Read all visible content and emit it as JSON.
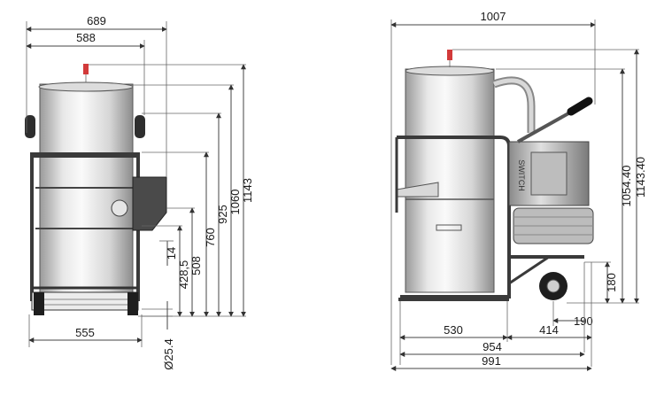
{
  "front_view": {
    "widths": {
      "overall": "689",
      "body": "588",
      "base": "555"
    },
    "heights": {
      "h1143": "1143",
      "h1060": "1060",
      "h925": "925",
      "h760": "760",
      "h508": "508",
      "h428": "428,5",
      "h14": "14"
    },
    "wheel_dia": "Ø25.4"
  },
  "side_view": {
    "widths": {
      "overall": "1007",
      "w991": "991",
      "w954": "954",
      "w530": "530",
      "w414": "414",
      "w190": "190"
    },
    "heights": {
      "h1143": "1143.40",
      "h1054": "1054.40",
      "h180": "180"
    },
    "motor_label": "SWITCH"
  }
}
